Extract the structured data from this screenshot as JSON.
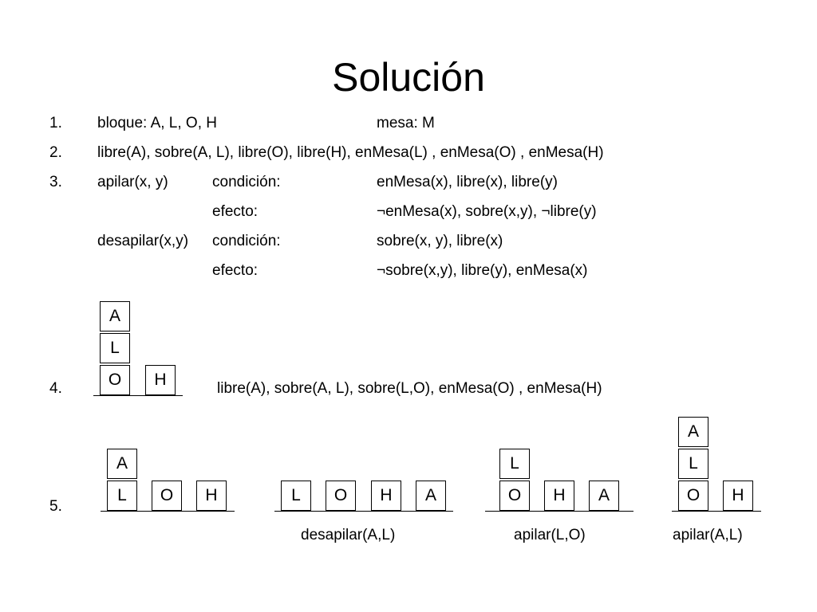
{
  "title": "Solución",
  "items": {
    "n1": "1.",
    "n2": "2.",
    "n3": "3.",
    "n4": "4.",
    "n5": "5.",
    "l1_a": "bloque: A, L, O, H",
    "l1_b": "mesa: M",
    "l2": "libre(A), sobre(A, L), libre(O), libre(H), enMesa(L) , enMesa(O) , enMesa(H)",
    "l3_op": "apilar(x, y)",
    "l3_cond_label": "condición:",
    "l3_cond": "enMesa(x), libre(x), libre(y)",
    "l3_eff_label": "efecto:",
    "l3_eff": "¬enMesa(x), sobre(x,y), ¬libre(y)",
    "l3_op2": "desapilar(x,y)",
    "l3_cond2_label": "condición:",
    "l3_cond2": "sobre(x, y), libre(x)",
    "l3_eff2_label": "efecto:",
    "l3_eff2": "¬sobre(x,y), libre(y), enMesa(x)",
    "l4": "libre(A), sobre(A, L), sobre(L,O), enMesa(O) , enMesa(H)"
  },
  "state4": {
    "a": "A",
    "l": "L",
    "o": "O",
    "h": "H"
  },
  "step5": {
    "s1": {
      "a": "A",
      "l": "L",
      "o": "O",
      "h": "H"
    },
    "s2": {
      "l": "L",
      "o": "O",
      "h": "H",
      "a": "A",
      "caption": "desapilar(A,L)"
    },
    "s3": {
      "l": "L",
      "o": "O",
      "h": "H",
      "a": "A",
      "caption": "apilar(L,O)"
    },
    "s4": {
      "a": "A",
      "l": "L",
      "o": "O",
      "h": "H",
      "caption": "apilar(A,L)"
    }
  }
}
